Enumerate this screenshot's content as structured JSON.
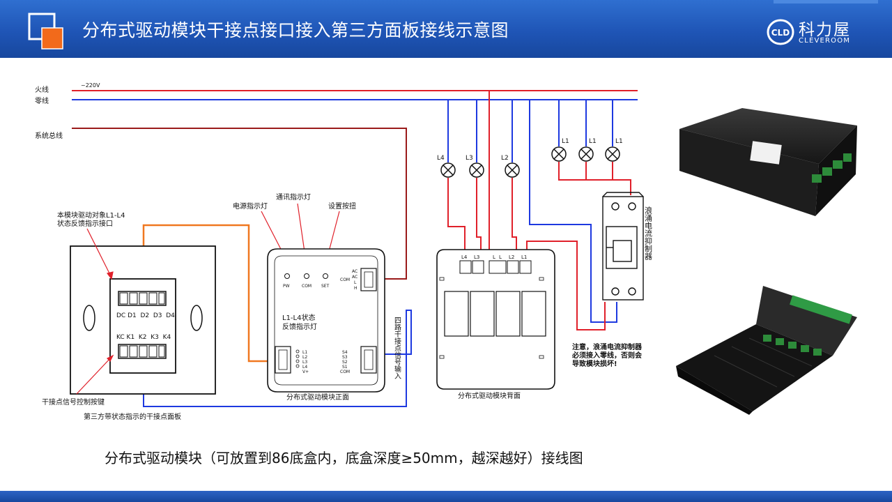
{
  "header": {
    "title": "分布式驱动模块干接点接口接入第三方面板接线示意图",
    "brand_name": "科力屋",
    "brand_en": "CLEVEROOM",
    "brand_mark": "CLD"
  },
  "wires": {
    "live_label": "火线",
    "voltage_label": "~220V",
    "neutral_label": "零线",
    "bus_label": "系统总线"
  },
  "panel": {
    "feedback_callout": "本模块驱动对象L1-L4",
    "feedback_callout2": "状态反馈指示接口",
    "top_terminals": "DC D1  D2  D3  D4",
    "bottom_terminals": "KC K1  K2  K3  K4",
    "button_callout": "干接点信号控制按键",
    "caption": "第三方带状态指示的干接点面板"
  },
  "front": {
    "power_led_callout": "电源指示灯",
    "com_led_callout": "通讯指示灯",
    "set_button_callout": "设置按扭",
    "led_pw": "PW",
    "led_com": "COM",
    "led_set": "SET",
    "bus_terms": [
      "AC",
      "AC",
      "L",
      "H"
    ],
    "bus_com": "COM",
    "status_leds_label": "L1-L4状态",
    "status_leds_label2": "反馈指示灯",
    "left_terms": [
      "L1",
      "L2",
      "L3",
      "L4",
      "V+"
    ],
    "right_terms": [
      "S4",
      "S3",
      "S2",
      "S1",
      "COM"
    ],
    "side_label": "四路干接点信号输入",
    "caption": "分布式驱动模块正面"
  },
  "back": {
    "terms": [
      "L4",
      "L3",
      "L",
      "L",
      "L2",
      "L1"
    ],
    "caption": "分布式驱动模块背面"
  },
  "lamps": [
    "L4",
    "L3",
    "L2",
    "L1",
    "L1",
    "L1"
  ],
  "suppressor": {
    "label": "浪涌电流抑制器",
    "note_line1": "注意，浪涌电流抑制器",
    "note_line2": "必须接入零线，否则会",
    "note_line3": "导致模块损坏!"
  },
  "colors": {
    "live": "#e0202a",
    "neutral": "#1d39e0",
    "feedback": "#f07820",
    "header": "#1f55b6",
    "accent_orange": "#f26a1b"
  },
  "bottom_caption": "分布式驱动模块（可放置到86底盒内，底盒深度≥50mm，越深越好）接线图"
}
